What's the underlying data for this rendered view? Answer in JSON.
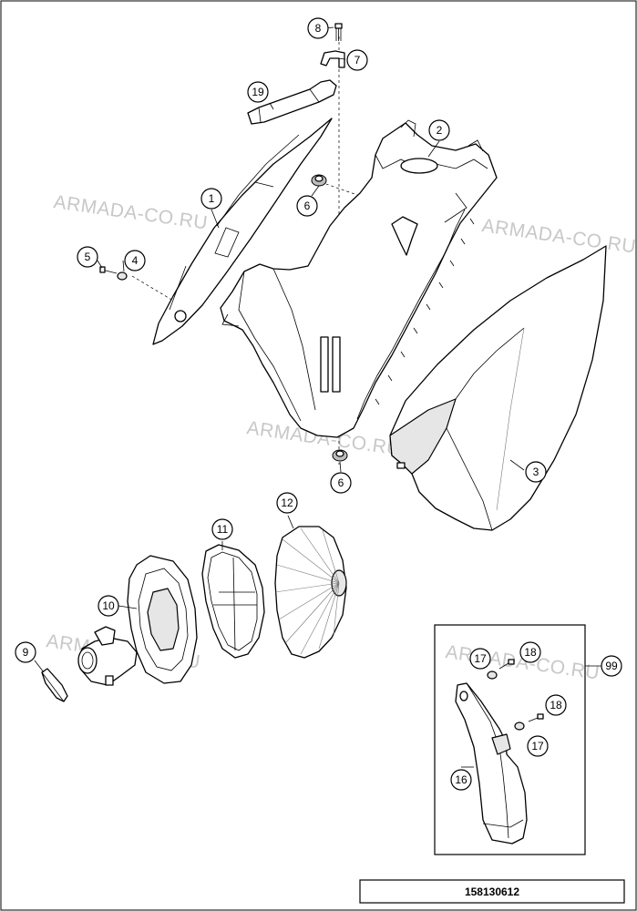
{
  "watermark_text": "ARMADA-CO.RU",
  "diagram_code": "158130612",
  "callouts": [
    "1",
    "2",
    "3",
    "4",
    "5",
    "6",
    "6",
    "7",
    "8",
    "9",
    "10",
    "11",
    "12",
    "16",
    "17",
    "17",
    "18",
    "18",
    "19",
    "99"
  ],
  "colors": {
    "line": "#000000",
    "watermark": "#c8c8c8",
    "background": "#ffffff"
  }
}
